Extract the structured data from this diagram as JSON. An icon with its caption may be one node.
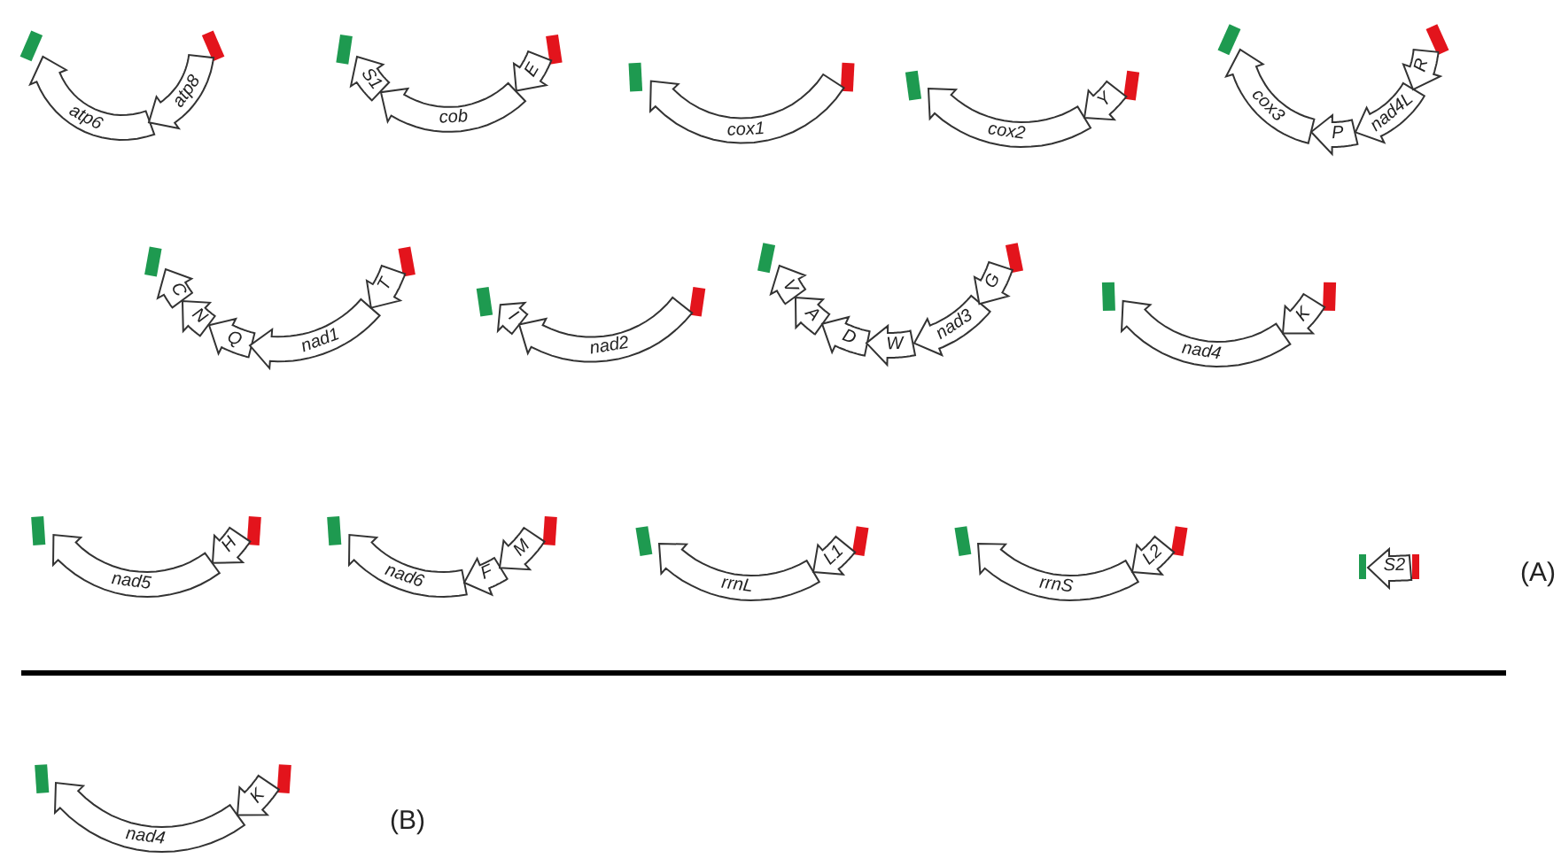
{
  "diagram": {
    "nodes": [
      {
        "text": [
          "atp6"
        ]
      },
      {
        "text": [
          "atp8"
        ]
      },
      {
        "text": [
          "S1"
        ]
      },
      {
        "text": [
          "cob"
        ]
      },
      {
        "text": [
          "E"
        ]
      },
      {
        "text": [
          "cox1"
        ]
      },
      {
        "text": [
          "cox2"
        ]
      },
      {
        "text": [
          "Y"
        ]
      },
      {
        "text": [
          "cox3"
        ]
      },
      {
        "text": [
          "P"
        ]
      },
      {
        "text": [
          "nad4L"
        ]
      },
      {
        "text": [
          "R"
        ]
      },
      {
        "text": [
          "C"
        ]
      },
      {
        "text": [
          "N"
        ]
      },
      {
        "text": [
          "Q"
        ]
      },
      {
        "text": [
          "nad1"
        ]
      },
      {
        "text": [
          "T"
        ]
      },
      {
        "text": [
          "I"
        ]
      },
      {
        "text": [
          "nad2"
        ]
      },
      {
        "text": [
          "V"
        ]
      },
      {
        "text": [
          "A"
        ]
      },
      {
        "text": [
          "D"
        ]
      },
      {
        "text": [
          "W"
        ]
      },
      {
        "text": [
          "nad3"
        ]
      },
      {
        "text": [
          "G"
        ]
      },
      {
        "text": [
          "nad4"
        ]
      },
      {
        "text": [
          "K"
        ]
      },
      {
        "text": [
          "nad5"
        ]
      },
      {
        "text": [
          "H"
        ]
      },
      {
        "text": [
          "nad6"
        ]
      },
      {
        "text": [
          "F"
        ]
      },
      {
        "text": [
          "M"
        ]
      },
      {
        "text": [
          "rrnL"
        ]
      },
      {
        "text": [
          "L1"
        ]
      },
      {
        "text": [
          "rrnS"
        ]
      },
      {
        "text": [
          "L2"
        ]
      },
      {
        "text": [
          "S2"
        ]
      },
      {
        "text": [
          "nad4"
        ]
      },
      {
        "text": [
          "K"
        ]
      }
    ],
    "labels": [
      "(A)",
      "(B)"
    ]
  }
}
